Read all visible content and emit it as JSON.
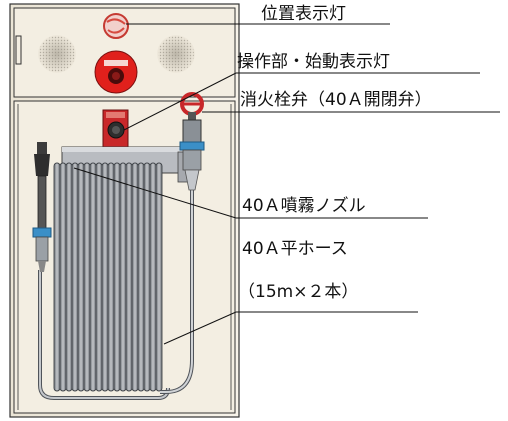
{
  "labels": {
    "indicator_lamp": "位置表示灯",
    "operation_unit": "操作部・始動表示灯",
    "hydrant_valve": "消火栓弁（40Ａ開閉弁）",
    "spray_nozzle": "40Ａ噴霧ノズル",
    "flat_hose": "40Ａ平ホース",
    "hose_spec": "（15m×２本）"
  },
  "colors": {
    "cabinet": "#f4efe2",
    "outline": "#333333",
    "alarm_red": "#e0201c",
    "lamp_red": "#c8282a",
    "hose_gray": "#8c9096",
    "nozzle_dark": "#3c3c3c",
    "coupling_blue": "#3b8fc7"
  }
}
